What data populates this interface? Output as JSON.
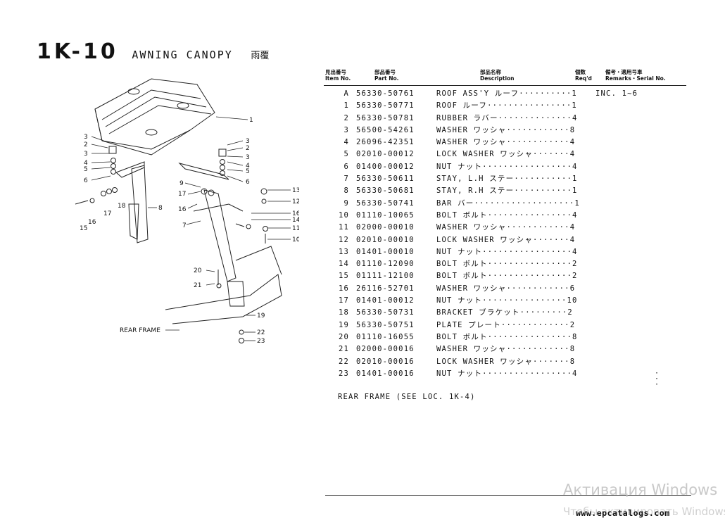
{
  "header": {
    "code": "1K-10",
    "title": "AWNING CANOPY",
    "title_jp": "雨覆"
  },
  "table": {
    "headers": {
      "item_jp": "見出番号",
      "item": "Item No.",
      "part_jp": "部品番号",
      "part": "Part No.",
      "desc_jp": "部品名称",
      "desc": "Description",
      "req_jp": "個数",
      "req": "Req'd",
      "rem_jp": "備考・適用号車",
      "rem": "Remarks・Serial No."
    },
    "rows": [
      {
        "item": "A",
        "part": "56330-50761",
        "desc": "ROOF ASS'Y ルーフ··········1",
        "rem": "INC. 1~6"
      },
      {
        "item": "1",
        "part": "56330-50771",
        "desc": "ROOF ルーフ················1",
        "rem": ""
      },
      {
        "item": "2",
        "part": "56330-50781",
        "desc": "RUBBER ラバー··············4",
        "rem": ""
      },
      {
        "item": "3",
        "part": "56500-54261",
        "desc": "WASHER ワッシャ············8",
        "rem": ""
      },
      {
        "item": "4",
        "part": "26096-42351",
        "desc": "WASHER ワッシャ············4",
        "rem": ""
      },
      {
        "item": "5",
        "part": "02010-00012",
        "desc": "LOCK WASHER ワッシャ·······4",
        "rem": ""
      },
      {
        "item": "6",
        "part": "01400-00012",
        "desc": "NUT ナット·················4",
        "rem": ""
      },
      {
        "item": "7",
        "part": "56330-50611",
        "desc": "STAY, L.H ステー···········1",
        "rem": ""
      },
      {
        "item": "8",
        "part": "56330-50681",
        "desc": "STAY, R.H ステー···········1",
        "rem": ""
      },
      {
        "item": "9",
        "part": "56330-50741",
        "desc": "BAR バー···················1",
        "rem": ""
      },
      {
        "item": "10",
        "part": "01110-10065",
        "desc": "BOLT ボルト················4",
        "rem": ""
      },
      {
        "item": "11",
        "part": "02000-00010",
        "desc": "WASHER ワッシャ············4",
        "rem": ""
      },
      {
        "item": "12",
        "part": "02010-00010",
        "desc": "LOCK WASHER ワッシャ·······4",
        "rem": ""
      },
      {
        "item": "13",
        "part": "01401-00010",
        "desc": "NUT ナット·················4",
        "rem": ""
      },
      {
        "item": "14",
        "part": "01110-12090",
        "desc": "BOLT ボルト················2",
        "rem": ""
      },
      {
        "item": "15",
        "part": "01111-12100",
        "desc": "BOLT ボルト················2",
        "rem": ""
      },
      {
        "item": "16",
        "part": "26116-52701",
        "desc": "WASHER ワッシャ············6",
        "rem": ""
      },
      {
        "item": "17",
        "part": "01401-00012",
        "desc": "NUT ナット················10",
        "rem": ""
      },
      {
        "item": "18",
        "part": "56330-50731",
        "desc": "BRACKET ブラケット·········2",
        "rem": ""
      },
      {
        "item": "19",
        "part": "56330-50751",
        "desc": "PLATE プレート·············2",
        "rem": ""
      },
      {
        "item": "20",
        "part": "01110-16055",
        "desc": "BOLT ボルト················8",
        "rem": ""
      },
      {
        "item": "21",
        "part": "02000-00016",
        "desc": "WASHER ワッシャ············8",
        "rem": ""
      },
      {
        "item": "22",
        "part": "02010-00016",
        "desc": "LOCK WASHER ワッシャ·······8",
        "rem": ""
      },
      {
        "item": "23",
        "part": "01401-00016",
        "desc": "NUT ナット·················4",
        "rem": ""
      }
    ],
    "note": "REAR FRAME (SEE LOC. 1K-4)"
  },
  "diagram": {
    "labels": {
      "l1": "1",
      "l2a": "2",
      "l2b": "2",
      "l3a": "3",
      "l3b": "3",
      "l3c": "3",
      "l3d": "3",
      "l4a": "4",
      "l4b": "4",
      "l5a": "5",
      "l5b": "5",
      "l6a": "6",
      "l6b": "6",
      "l7": "7",
      "l8": "8",
      "l9": "9",
      "l10": "10",
      "l11": "11",
      "l12": "12",
      "l13": "13",
      "l14": "14",
      "l15": "15",
      "l16a": "16",
      "l16b": "16",
      "l16c": "16",
      "l17a": "17",
      "l17b": "17",
      "l18": "18",
      "l19": "19",
      "l20": "20",
      "l21": "21",
      "l22": "22",
      "l23": "23",
      "rear": "REAR FRAME"
    }
  },
  "footer": {
    "site": "www.epcatalogs.com",
    "watermark1": "Активация Windows",
    "watermark2": "Чтобы активировать Windows"
  }
}
